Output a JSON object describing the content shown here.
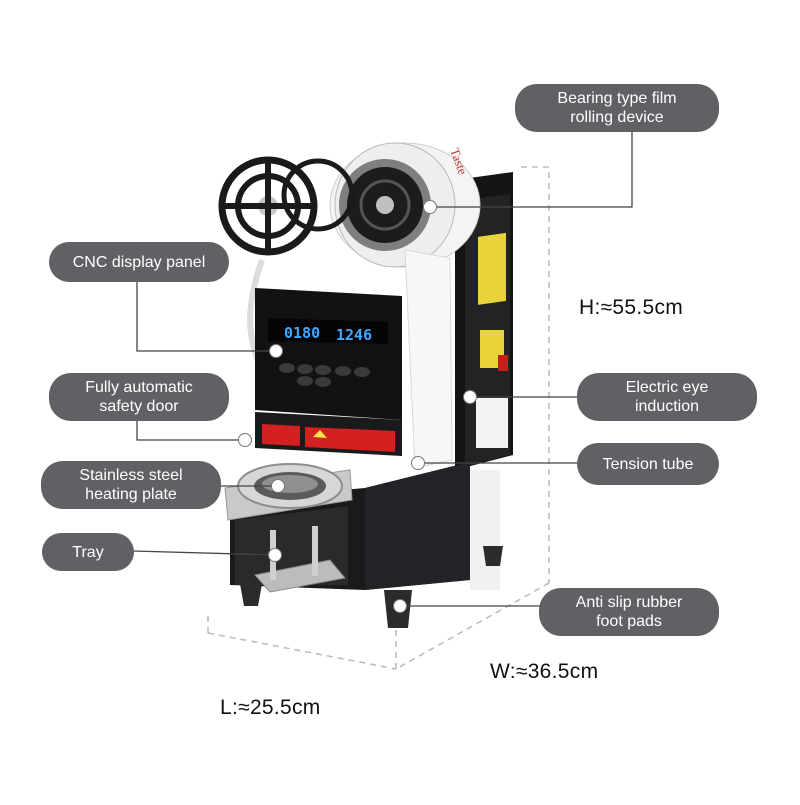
{
  "labels": {
    "bearing": "Bearing type film\nrolling device",
    "cnc": "CNC display panel",
    "safety_door": "Fully automatic\nsafety door",
    "heating_plate": "Stainless steel\nheating plate",
    "tray": "Tray",
    "electric_eye": "Electric eye\ninduction",
    "tension_tube": "Tension tube",
    "foot_pads": "Anti slip rubber\nfoot pads"
  },
  "dimensions": {
    "height": "H:≈55.5cm",
    "width": "W:≈36.5cm",
    "length": "L:≈25.5cm"
  },
  "display": {
    "left_readout": "0180",
    "right_readout": "1246"
  },
  "colors": {
    "pill_bg": "#5f6164",
    "pill_text": "#ffffff",
    "machine_body": "#1b1b1d",
    "display_digits": "#3fa8ff",
    "warning_red": "#d32020",
    "caution_yellow": "#e8d43a"
  }
}
